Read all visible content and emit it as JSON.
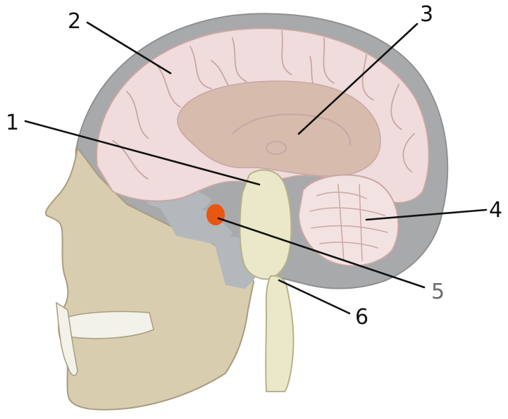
{
  "labels": [
    {
      "text": "1",
      "target": "brainstem-top",
      "color": "#111111"
    },
    {
      "text": "2",
      "target": "cerebrum",
      "color": "#111111"
    },
    {
      "text": "3",
      "target": "corpus-callosum",
      "color": "#111111"
    },
    {
      "text": "4",
      "target": "cerebellum",
      "color": "#111111"
    },
    {
      "text": "5",
      "target": "pituitary-gland",
      "color": "#6b6b6b"
    },
    {
      "text": "6",
      "target": "spinal-cord",
      "color": "#111111"
    }
  ],
  "colors": {
    "skull": "#a7a9ab",
    "skull_edge": "#8e9092",
    "bone": "#d9cdb0",
    "bone_edge": "#a99c80",
    "cortex": "#f0dcdc",
    "cortex_edge": "#c9a7a3",
    "inner_brain": "#d7bcae",
    "cerebellum": "#f3e2e2",
    "brainstem": "#eae8c8",
    "brainstem_edge": "#b7b18a",
    "highlight": "#e8560f",
    "teeth": "#f2f2ea",
    "airway": "#b3b8bc"
  }
}
